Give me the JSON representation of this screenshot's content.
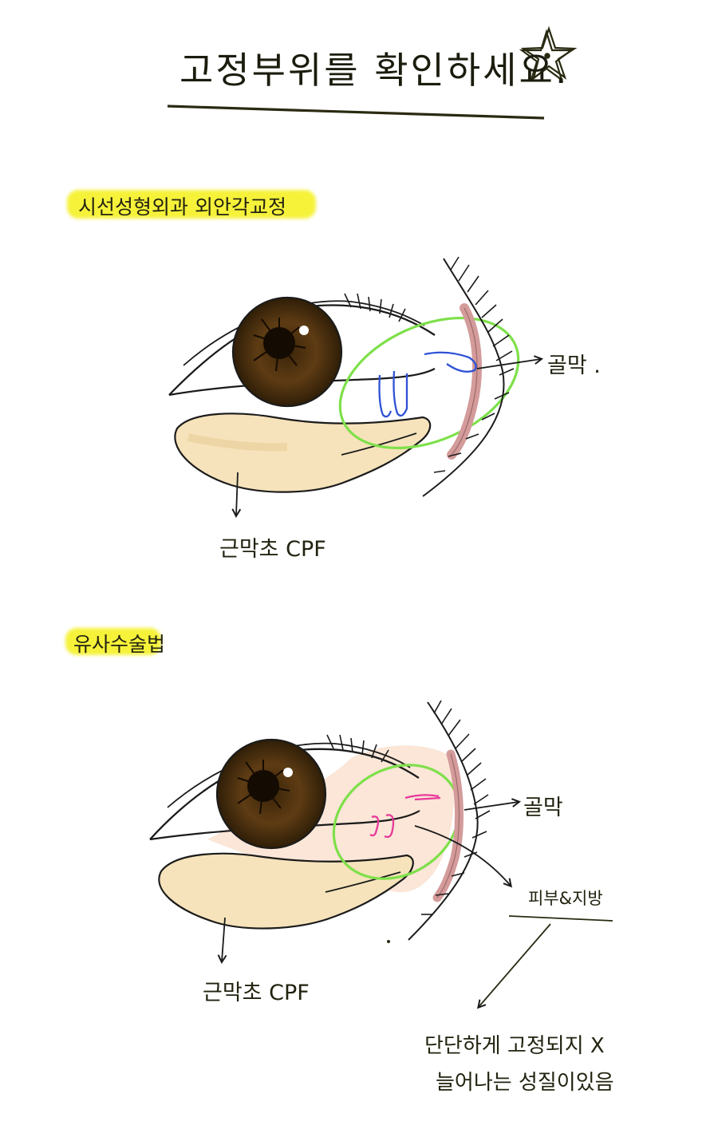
{
  "title": "고정부위를 확인하세요.",
  "sections": [
    {
      "heading": "시선성형외과 외안각교정",
      "labels": {
        "fascia": "골막 .",
        "cpf": "근막초 CPF"
      },
      "fixation_color": "#2f52d6"
    },
    {
      "heading": "유사수술법",
      "labels": {
        "fascia": "골막",
        "fat": "피부&지방",
        "cpf": "근막초 CPF"
      },
      "fixation_color": "#e8399a",
      "note": [
        "단단하게 고정되지 X",
        "늘어나는 성질이있음"
      ]
    }
  ],
  "colors": {
    "highlight": "#f6f23a",
    "circle": "#7ee04a",
    "iris": "#5a3a16",
    "periosteum": "#d49b9b",
    "cpf_fill": "#f6e3bb",
    "skin_fat": "#fbe3d3"
  }
}
